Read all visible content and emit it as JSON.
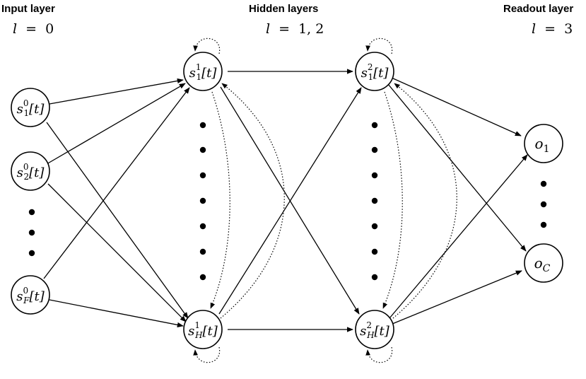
{
  "headers": {
    "input": {
      "title": "Input layer",
      "index_var": "l",
      "index_eq": "=",
      "index_val": "0"
    },
    "hidden": {
      "title": "Hidden layers",
      "index_var": "l",
      "index_eq": "=",
      "index_val": "1, 2"
    },
    "readout": {
      "title": "Readout layer",
      "index_var": "l",
      "index_eq": "=",
      "index_val": "3"
    }
  },
  "nodes": {
    "in1": {
      "base": "s",
      "sup": "0",
      "sub": "1",
      "arg": "[t]"
    },
    "in2": {
      "base": "s",
      "sup": "0",
      "sub": "2",
      "arg": "[t]"
    },
    "inF": {
      "base": "s",
      "sup": "0",
      "sub": "F",
      "arg": "[t]"
    },
    "h1_1": {
      "base": "s",
      "sup": "1",
      "sub": "1",
      "arg": "[t]"
    },
    "h1_H": {
      "base": "s",
      "sup": "1",
      "sub": "H",
      "arg": "[t]"
    },
    "h2_1": {
      "base": "s",
      "sup": "2",
      "sub": "1",
      "arg": "[t]"
    },
    "h2_H": {
      "base": "s",
      "sup": "2",
      "sub": "H",
      "arg": "[t]"
    },
    "o1": {
      "base": "o",
      "sub": "1"
    },
    "oC": {
      "base": "o",
      "sub": "C"
    }
  }
}
